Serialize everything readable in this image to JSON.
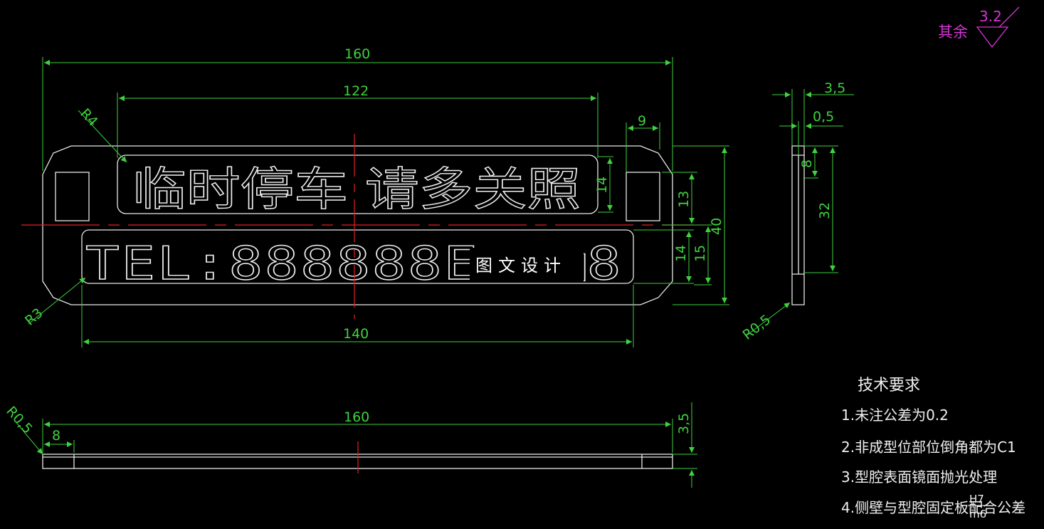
{
  "surface_roughness": {
    "prefix": "其余",
    "value": "3.2",
    "color": "#d633d6"
  },
  "sign": {
    "line1": "临时停车  请多关照",
    "line2": "TEL:888888E□□□8",
    "watermark": "图文设计"
  },
  "front_view_dims": {
    "total_width": "160",
    "text_width": "122",
    "bottom_width": "140",
    "corner_radius_top": "R4",
    "corner_radius_bottom": "R3",
    "slot_width": "9",
    "height_14_top": "14",
    "height_13": "13",
    "height_40": "40",
    "height_14_bottom": "14",
    "height_15": "15"
  },
  "side_view_dims": {
    "thickness": "3,5",
    "step": "0,5",
    "inner_8": "8",
    "inner_32": "32",
    "radius": "R0,5"
  },
  "bottom_view_dims": {
    "length": "160",
    "inset": "8",
    "thickness": "3,5",
    "radius": "R0,5"
  },
  "tech_requirements": {
    "title": "技术要求",
    "items": [
      "1.未注公差为0.2",
      "2.非成型位部位倒角都为C1",
      "3.型腔表面镜面抛光处理",
      "4.侧壁与型腔固定板配合公差"
    ],
    "fit_upper": "H7",
    "fit_lower": "m6"
  },
  "colors": {
    "dimension": "#3fd13f",
    "outline": "#e8e8e8",
    "centerline": "#e02020",
    "background": "#000000"
  }
}
